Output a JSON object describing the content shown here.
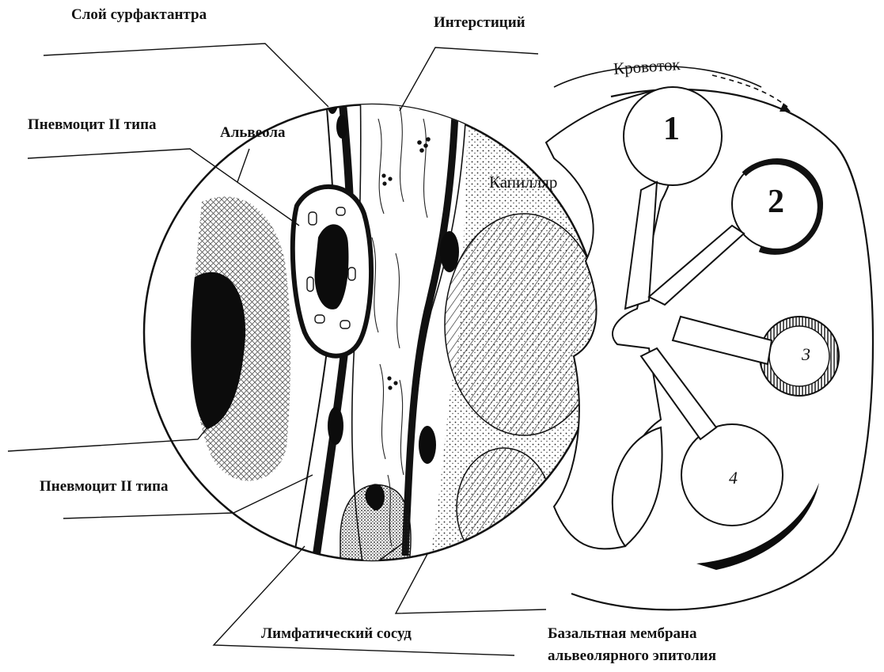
{
  "labels": {
    "surfactant": "Слой сурфактантра",
    "interstitium": "Интерстиций",
    "pneumocyte_top": "Пневмоцит II типа",
    "alveolus": "Альвеола",
    "capillary": "Капилляр",
    "pneumocyte_bottom": "Пневмоцит II типа",
    "lymph": "Лимфатический сосуд",
    "basal_line1": "Базальтная мембрана",
    "basal_line2": "альвеолярного эпитолия",
    "blood_flow": "Кровоток"
  },
  "stages": [
    "1",
    "2",
    "3",
    "4"
  ],
  "icons": {
    "flow_arrow": "dashed-arrow-icon"
  },
  "colors": {
    "ink": "#111111",
    "paper": "#ffffff"
  }
}
